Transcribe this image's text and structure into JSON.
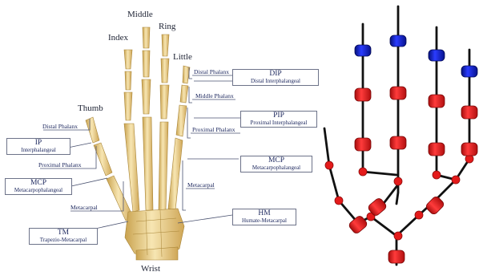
{
  "hand": {
    "fingers": {
      "index": "Index",
      "middle": "Middle",
      "ring": "Ring",
      "little": "Little",
      "thumb": "Thumb",
      "wrist": "Wrist"
    },
    "bones": {
      "distal_phalanx_right": "Distal Phalanx",
      "middle_phalanx": "Middle Phalanx",
      "proximal_phalanx_right": "Proximal Phalanx",
      "metacarpal_right": "Metacarpal",
      "distal_phalanx_left": "Distal Phalanx",
      "proximal_phalanx_left": "Proximal Phalanx",
      "metacarpal_left": "Metacarpal"
    },
    "joints": {
      "dip": {
        "abbr": "DIP",
        "full": "Distal Interphalangeal"
      },
      "pip": {
        "abbr": "PIP",
        "full": "Proximal Interphalangeal"
      },
      "mcp_right": {
        "abbr": "MCP",
        "full": "Metacarpophalangeal"
      },
      "hm": {
        "abbr": "HM",
        "full": "Humate-Metacarpal"
      },
      "ip": {
        "abbr": "IP",
        "full": "Interphalangeal"
      },
      "mcp_left": {
        "abbr": "MCP",
        "full": "Metacarpophalangeal"
      },
      "tm": {
        "abbr": "TM",
        "full": "Trapezio-Metacarpal"
      }
    }
  },
  "colors": {
    "bone": "#f0d79a",
    "bone_shade": "#c9a24e",
    "joint_red": "#e41b1b",
    "joint_blue": "#0f1fd6",
    "link": "#111111",
    "box_border": "#6d7389",
    "text": "#1f2a60"
  }
}
